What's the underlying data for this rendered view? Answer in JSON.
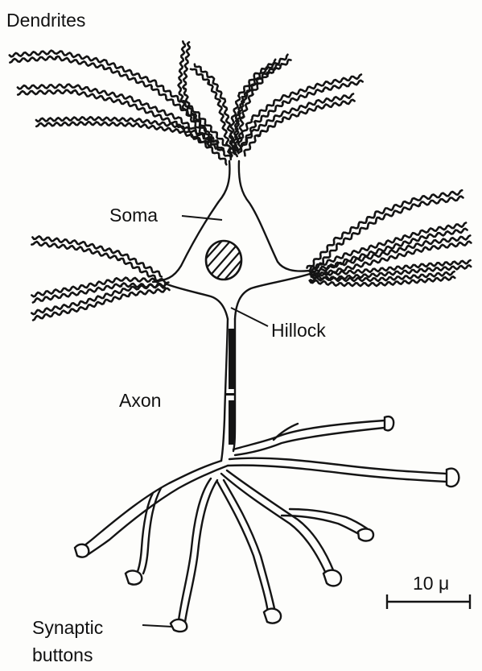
{
  "labels": {
    "dendrites": "Dendrites",
    "soma": "Soma",
    "hillock": "Hillock",
    "axon": "Axon",
    "synaptic_line1": "Synaptic",
    "synaptic_line2": "buttons",
    "scale": "10 μ"
  },
  "colors": {
    "ink": "#141414",
    "paper": "#fdfdfb"
  }
}
